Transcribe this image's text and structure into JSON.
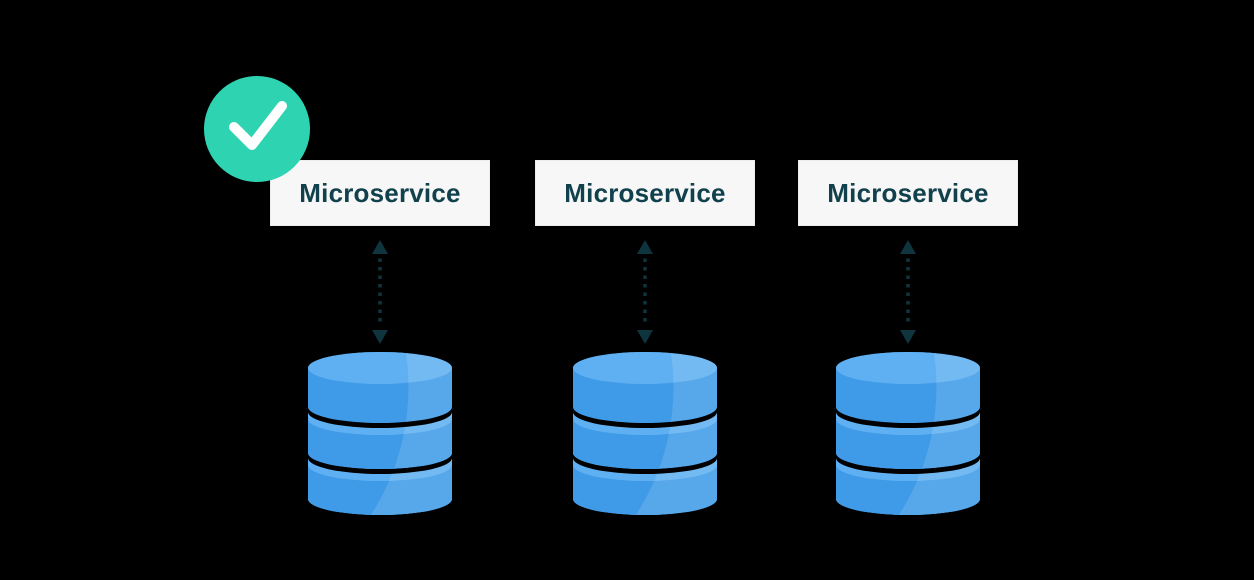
{
  "colors": {
    "bg": "#000000",
    "box-bg": "#f7f7f7",
    "box-border": "#ececec",
    "text": "#11414c",
    "arrow": "#0e343e",
    "db-body": "#3f9ae8",
    "db-light": "#5fb0f2",
    "badge": "#2ed4b2",
    "check": "#ffffff"
  },
  "badge": {
    "icon": "check-icon",
    "meaning": "approved"
  },
  "services": [
    {
      "label": "Microservice",
      "connector": "bidirectional-dotted-arrow",
      "store": "database-icon"
    },
    {
      "label": "Microservice",
      "connector": "bidirectional-dotted-arrow",
      "store": "database-icon"
    },
    {
      "label": "Microservice",
      "connector": "bidirectional-dotted-arrow",
      "store": "database-icon"
    }
  ]
}
